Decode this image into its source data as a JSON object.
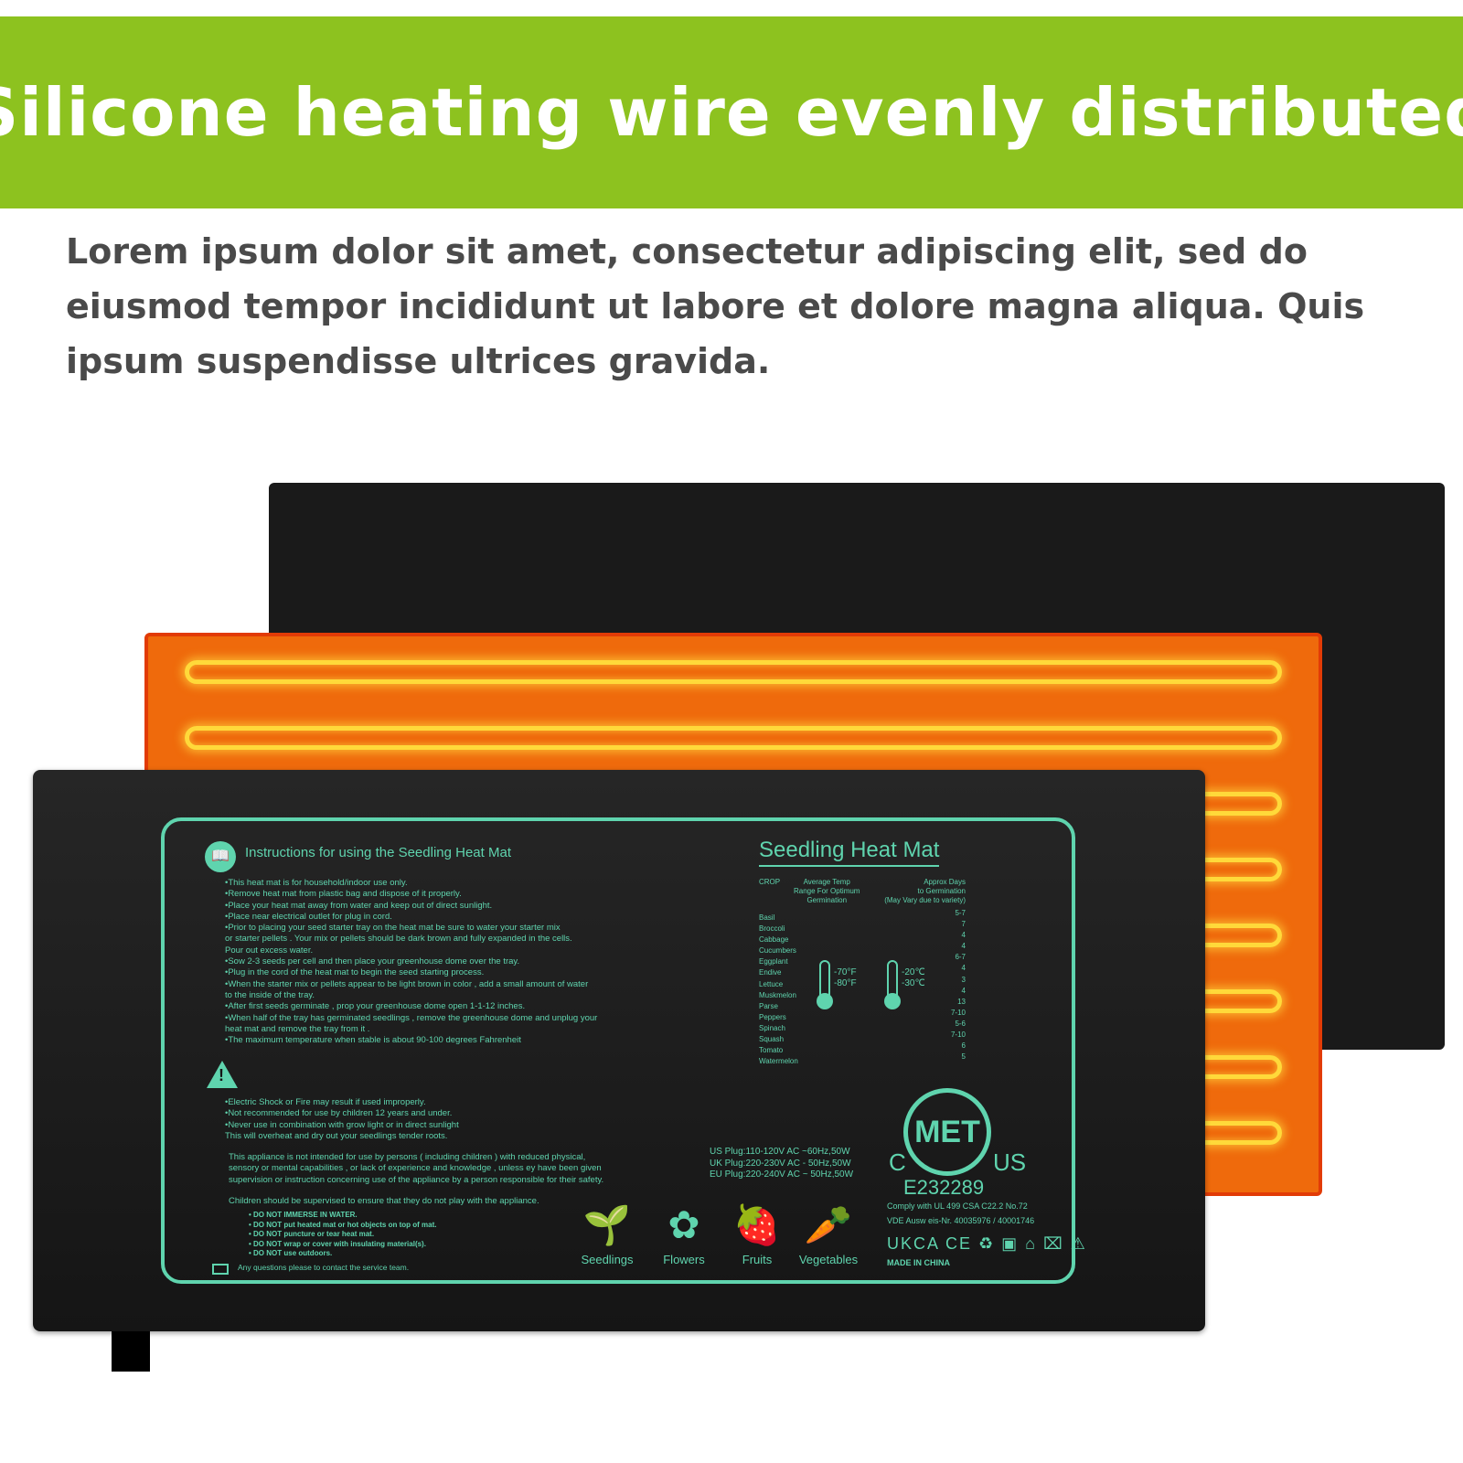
{
  "banner": {
    "title": "Silicone heating wire evenly distributed"
  },
  "intro": {
    "text": "Lorem ipsum dolor sit amet, consectetur adipiscing elit, sed do eiusmod tempor incididunt ut labore et dolore magna aliqua. Quis ipsum suspendisse ultrices gravida."
  },
  "colors": {
    "banner": "#8dc21f",
    "heat_layer": "#ef6a0c",
    "wire": "#ffd93a",
    "label": "#5fd4ae"
  },
  "label": {
    "instructions_title": "Instructions for using the Seedling Heat Mat",
    "instructions": [
      "•This heat mat is for household/indoor use only.",
      "•Remove heat mat from plastic bag and dispose of it properly.",
      "•Place your heat mat away from water and keep out of direct sunlight.",
      "•Place near electrical outlet for plug in cord.",
      "•Prior to placing your seed starter tray on the heat mat be sure to water your starter mix",
      "  or starter pellets . Your mix or pellets should be dark brown and fully expanded in the cells.",
      "  Pour out excess water.",
      "•Sow 2-3 seeds per cell and then place your greenhouse dome over the tray.",
      "•Plug in the cord of the heat mat to begin the seed starting process.",
      "•When the starter mix or pellets appear to be light brown in color , add a small amount of water",
      "  to the inside of the tray.",
      "•After first seeds germinate , prop your greenhouse dome open 1-1-12 inches.",
      "•When half of the tray has germinated seedlings , remove the greenhouse dome and unplug your",
      "  heat mat and remove the tray from it .",
      "•The maximum temperature when stable is about 90-100 degrees Fahrenheit"
    ],
    "warnings": [
      "•Electric Shock or Fire may result if used improperly.",
      "•Not recommended for use by children 12 years and under.",
      "•Never use in combination with grow light or in direct sunlight",
      "  This will overheat and dry out your seedlings tender roots."
    ],
    "appliance": [
      "This appliance is not intended for use by persons ( including children ) with reduced physical,",
      "sensory or mental capabilities , or lack of experience and knowledge , unless ey have been given",
      "supervision or instruction concerning use of the appliance by a person responsible for their safety."
    ],
    "children_note": "Children should be supervised to ensure that they do not play with the appliance.",
    "do_not": [
      "• DO NOT IMMERSE IN WATER.",
      "• DO NOT put heated mat or hot objects on top of mat.",
      "• DO NOT puncture or tear heat mat.",
      "• DO NOT wrap or cover with insulating material(s).",
      "• DO NOT use outdoors."
    ],
    "contact": "Any questions please to contact the service team.",
    "product_title": "Seedling Heat Mat",
    "table": {
      "crop_header": "CROP",
      "temp_header": [
        "Average Temp",
        "Range For Optimum",
        "Germination"
      ],
      "days_header": [
        "Approx Days",
        "to Germination",
        "(May Vary due to variety)"
      ],
      "crops": [
        "Basil",
        "Broccoli",
        "Cabbage",
        "Cucumbers",
        "Eggplant",
        "Endive",
        "Lettuce",
        "Muskmelon",
        "Parse",
        "Peppers",
        "Spinach",
        "Squash",
        "Tomato",
        "Watermelon"
      ],
      "days": [
        "5-7",
        "7",
        "4",
        "4",
        "6-7",
        "4",
        "3",
        "4",
        "13",
        "7-10",
        "5-6",
        "7-10",
        "6",
        "5"
      ],
      "temp_f": [
        "-70°F",
        "-80°F"
      ],
      "temp_c": [
        "-20℃",
        "-30℃"
      ]
    },
    "plugs": [
      "US Plug:110-120V AC ~60Hz,50W",
      "UK Plug:220-230V AC - 50Hz,50W",
      "EU Plug:220-240V AC ~ 50Hz,50W"
    ],
    "crop_icons": [
      {
        "label": "Seedlings",
        "icon": "seedling-icon",
        "glyph": "🌱"
      },
      {
        "label": "Flowers",
        "icon": "flower-icon",
        "glyph": "✿"
      },
      {
        "label": "Fruits",
        "icon": "strawberry-icon",
        "glyph": "🍓"
      },
      {
        "label": "Vegetables",
        "icon": "vegetable-icon",
        "glyph": "🥕"
      }
    ],
    "cert": {
      "met": "MET",
      "c": "C",
      "us": "US",
      "number": "E232289",
      "comply": "Comply with UL 499   CSA C22.2 No.72",
      "vde": "VDE Ausw eis-Nr. 40035976 / 40001746",
      "marks": "UKCA CE ♻ ▣ ⌂ ⌧ ⚠",
      "made_in": "MADE IN CHINA"
    }
  }
}
